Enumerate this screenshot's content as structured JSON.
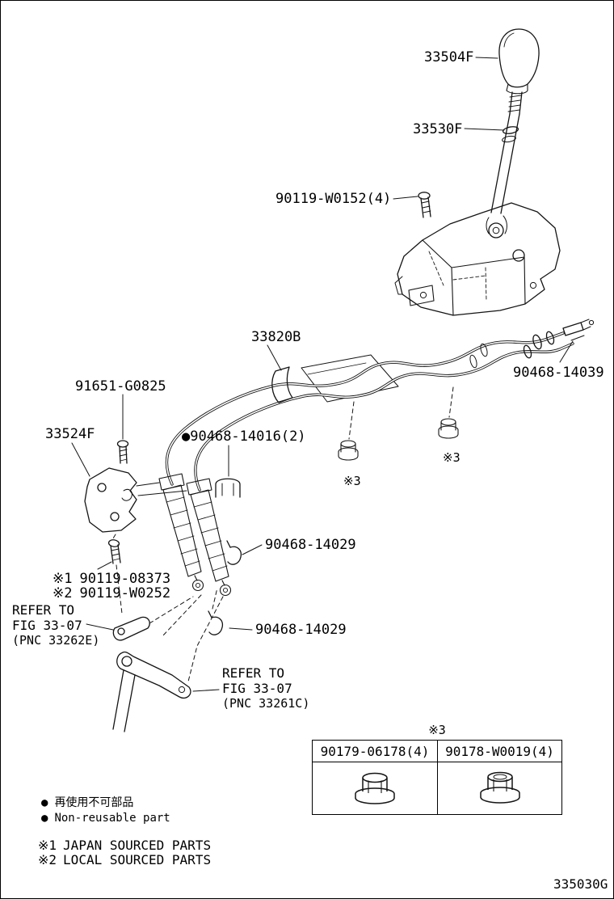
{
  "drawing_code": "335030G",
  "parts": {
    "knob": "33504F",
    "lever_nut": "33530F",
    "lever_bolt": "90119-W0152(4)",
    "cable_assembly": "33820B",
    "clip_transmission": "90468-14039",
    "screw": "91651-G0825",
    "bracket": "33524F",
    "clamp": {
      "bullet": "●",
      "number": "90468-14016(2)"
    },
    "clip_a": "90468-14029",
    "clip_b": "90468-14029",
    "bolt_japan": {
      "mark": "※1",
      "number": "90119-08373"
    },
    "bolt_local": {
      "mark": "※2",
      "number": "90119-W0252"
    }
  },
  "marks": {
    "nut_ref_a": "※3",
    "nut_ref_b": "※3",
    "table_ref": "※3"
  },
  "references": {
    "left": {
      "line1": "REFER TO",
      "line2": "FIG 33-07",
      "line3": "(PNC 33262E)"
    },
    "bottom": {
      "line1": "REFER TO",
      "line2": "FIG 33-07",
      "line3": "(PNC 33261C)"
    }
  },
  "table": {
    "columns": [
      {
        "part_number": "90179-06178(4)",
        "icon": "flange-nut"
      },
      {
        "part_number": "90178-W0019(4)",
        "icon": "flange-nut-washer"
      }
    ]
  },
  "legend": [
    {
      "bullet": "●",
      "text": "再使用不可部品"
    },
    {
      "bullet": "●",
      "text": "Non-reusable part"
    }
  ],
  "notes": [
    {
      "mark": "※1",
      "text": "JAPAN SOURCED PARTS"
    },
    {
      "mark": "※2",
      "text": "LOCAL SOURCED PARTS"
    }
  ]
}
